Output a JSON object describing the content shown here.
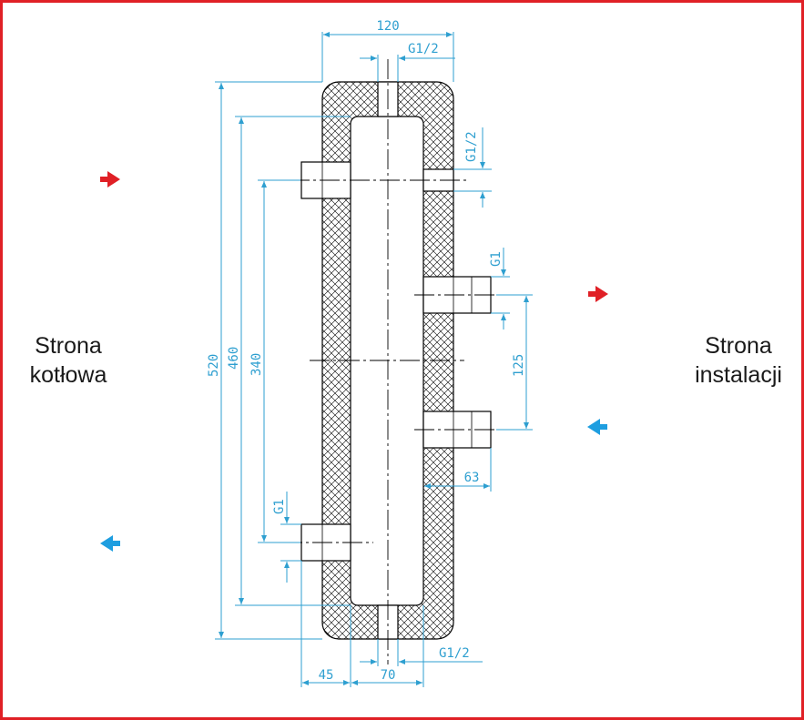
{
  "labels": {
    "left_line1": "Strona",
    "left_line2": "kotłowa",
    "right_line1": "Strona",
    "right_line2": "instalacji"
  },
  "dimensions": {
    "width_total": "120",
    "top_connection": "G1/2",
    "side_connection_small": "G1/2",
    "side_connection_upper": "G1",
    "side_connection_lower": "G1",
    "bottom_connection": "G1/2",
    "height_total": "520",
    "height_inner": "460",
    "height_connections": "340",
    "spacing_right": "125",
    "offset_right": "63",
    "offset_left": "45",
    "inner_width": "70"
  },
  "colors": {
    "frame": "#e02026",
    "supply_arrow": "#e02026",
    "return_arrow": "#1e9ee0",
    "dimension": "#2e9fd0"
  },
  "icons": {
    "supply": "arrow-right-red",
    "return": "arrow-left-blue"
  }
}
